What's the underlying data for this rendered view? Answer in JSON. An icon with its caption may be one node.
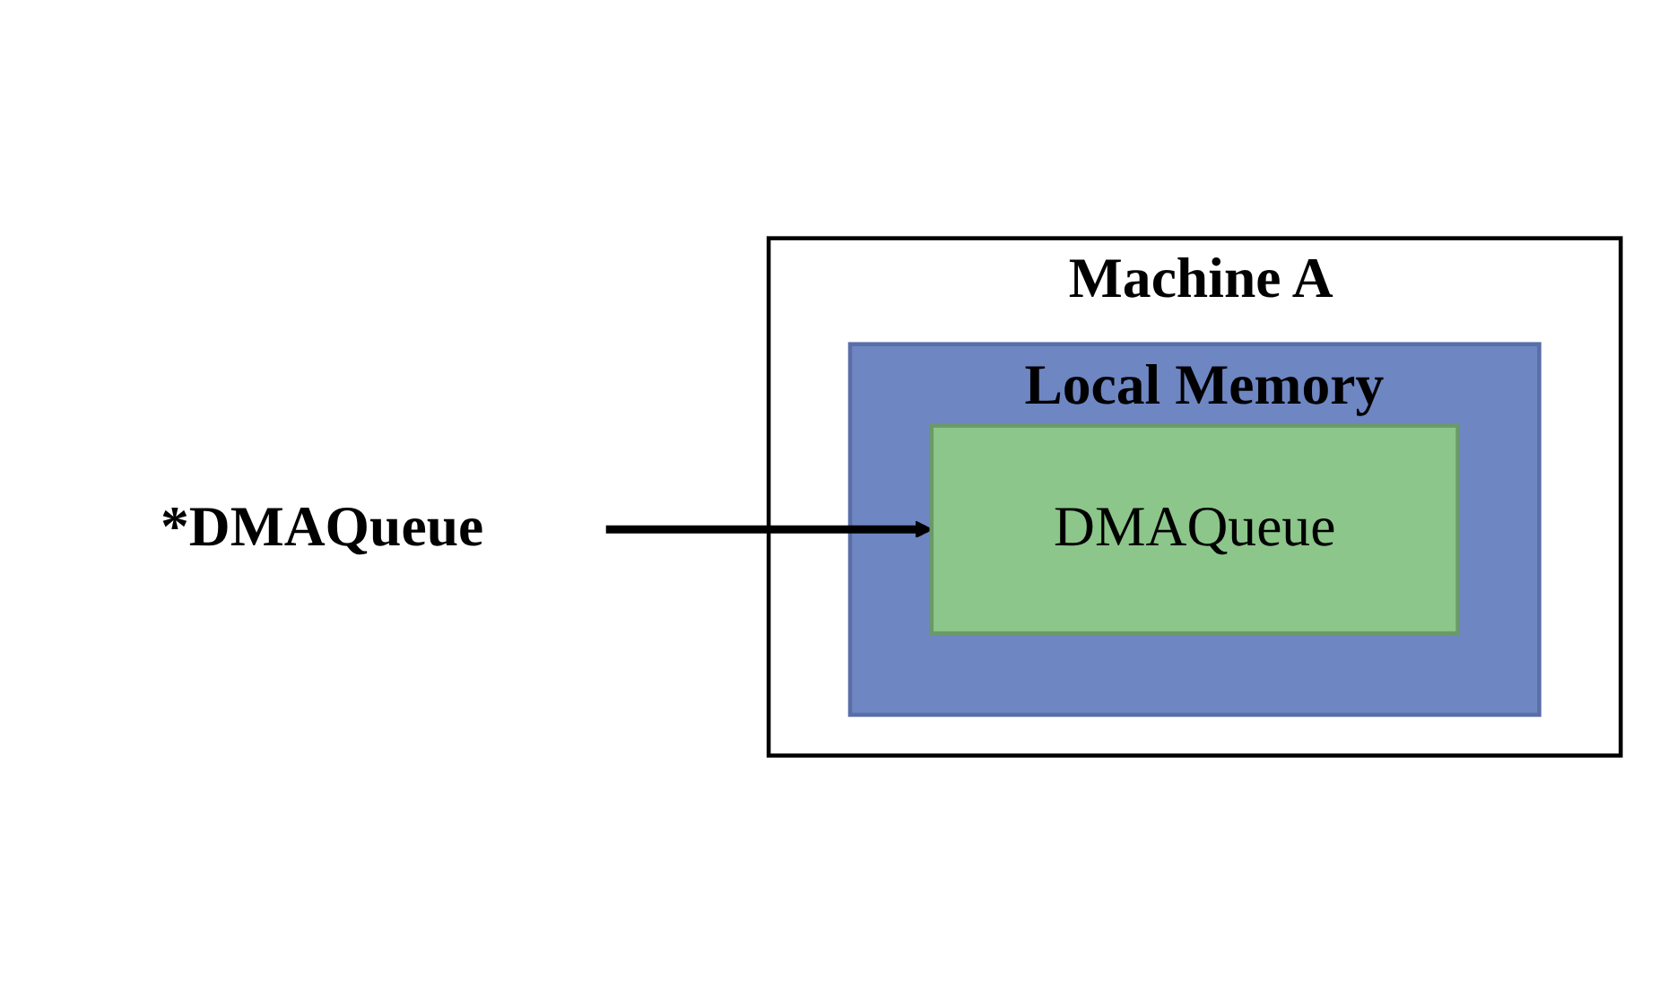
{
  "diagram": {
    "nodes": [
      {
        "text": [
          "Machine A"
        ]
      },
      {
        "text": [
          "Local Memory"
        ],
        "in": 0
      },
      {
        "text": [
          "DMAQueue"
        ],
        "in": 1
      },
      {
        "text": [
          "*DMAQueue"
        ]
      }
    ],
    "edges": [
      {
        "from": 3,
        "to": 2,
        "arrow": "to"
      }
    ]
  }
}
